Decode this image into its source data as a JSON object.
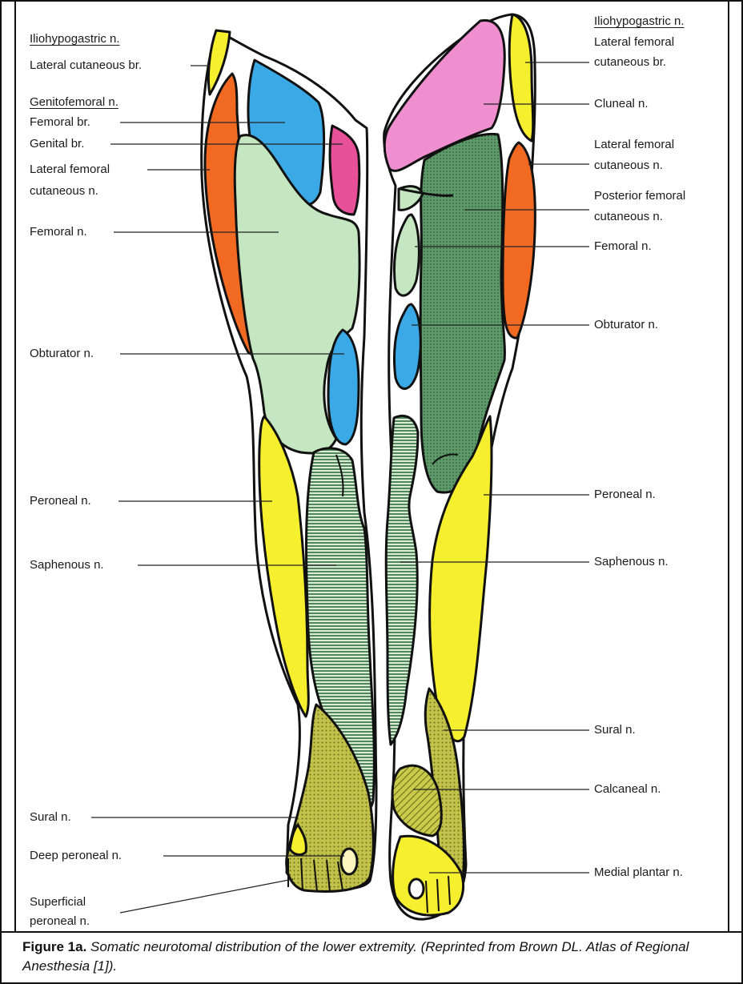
{
  "labels_left": {
    "iliohypogastric": "Iliohypogastric n.",
    "lateral_cutaneous_br": "Lateral cutaneous br.",
    "genitofemoral": "Genitofemoral n.",
    "femoral_br": "Femoral br.",
    "genital_br": "Genital br.",
    "lateral_femoral_1": "Lateral femoral",
    "lateral_femoral_2": "cutaneous n.",
    "femoral": "Femoral n.",
    "obturator": "Obturator n.",
    "peroneal": "Peroneal n.",
    "saphenous": "Saphenous n.",
    "sural": "Sural n.",
    "deep_peroneal": "Deep peroneal n.",
    "superficial_peroneal_1": "Superficial",
    "superficial_peroneal_2": "peroneal n."
  },
  "labels_right": {
    "iliohypogastric": "Iliohypogastric n.",
    "lateral_femoral_cutaneous_br_1": "Lateral femoral",
    "lateral_femoral_cutaneous_br_2": "cutaneous br.",
    "cluneal": "Cluneal n.",
    "lateral_femoral_1": "Lateral femoral",
    "lateral_femoral_2": "cutaneous n.",
    "posterior_femoral_1": "Posterior femoral",
    "posterior_femoral_2": "cutaneous n.",
    "femoral": "Femoral n.",
    "obturator": "Obturator n.",
    "peroneal": "Peroneal n.",
    "saphenous": "Saphenous n.",
    "sural": "Sural n.",
    "calcaneal": "Calcaneal n.",
    "medial_plantar": "Medial plantar n."
  },
  "caption": {
    "figure": "Figure 1a.",
    "text": " Somatic neurotomal distribution of the lower extremity. (Reprinted from Brown DL. Atlas of Regional Anesthesia [1])."
  },
  "colors": {
    "yellow": "#f6ef2e",
    "orange": "#f26a22",
    "blue": "#3aa9e6",
    "magenta": "#e8509a",
    "pink": "#ef8fcf",
    "light_green": "#c4e6c0",
    "dark_green": "#4f8a5c",
    "olive": "#b8b83a"
  }
}
